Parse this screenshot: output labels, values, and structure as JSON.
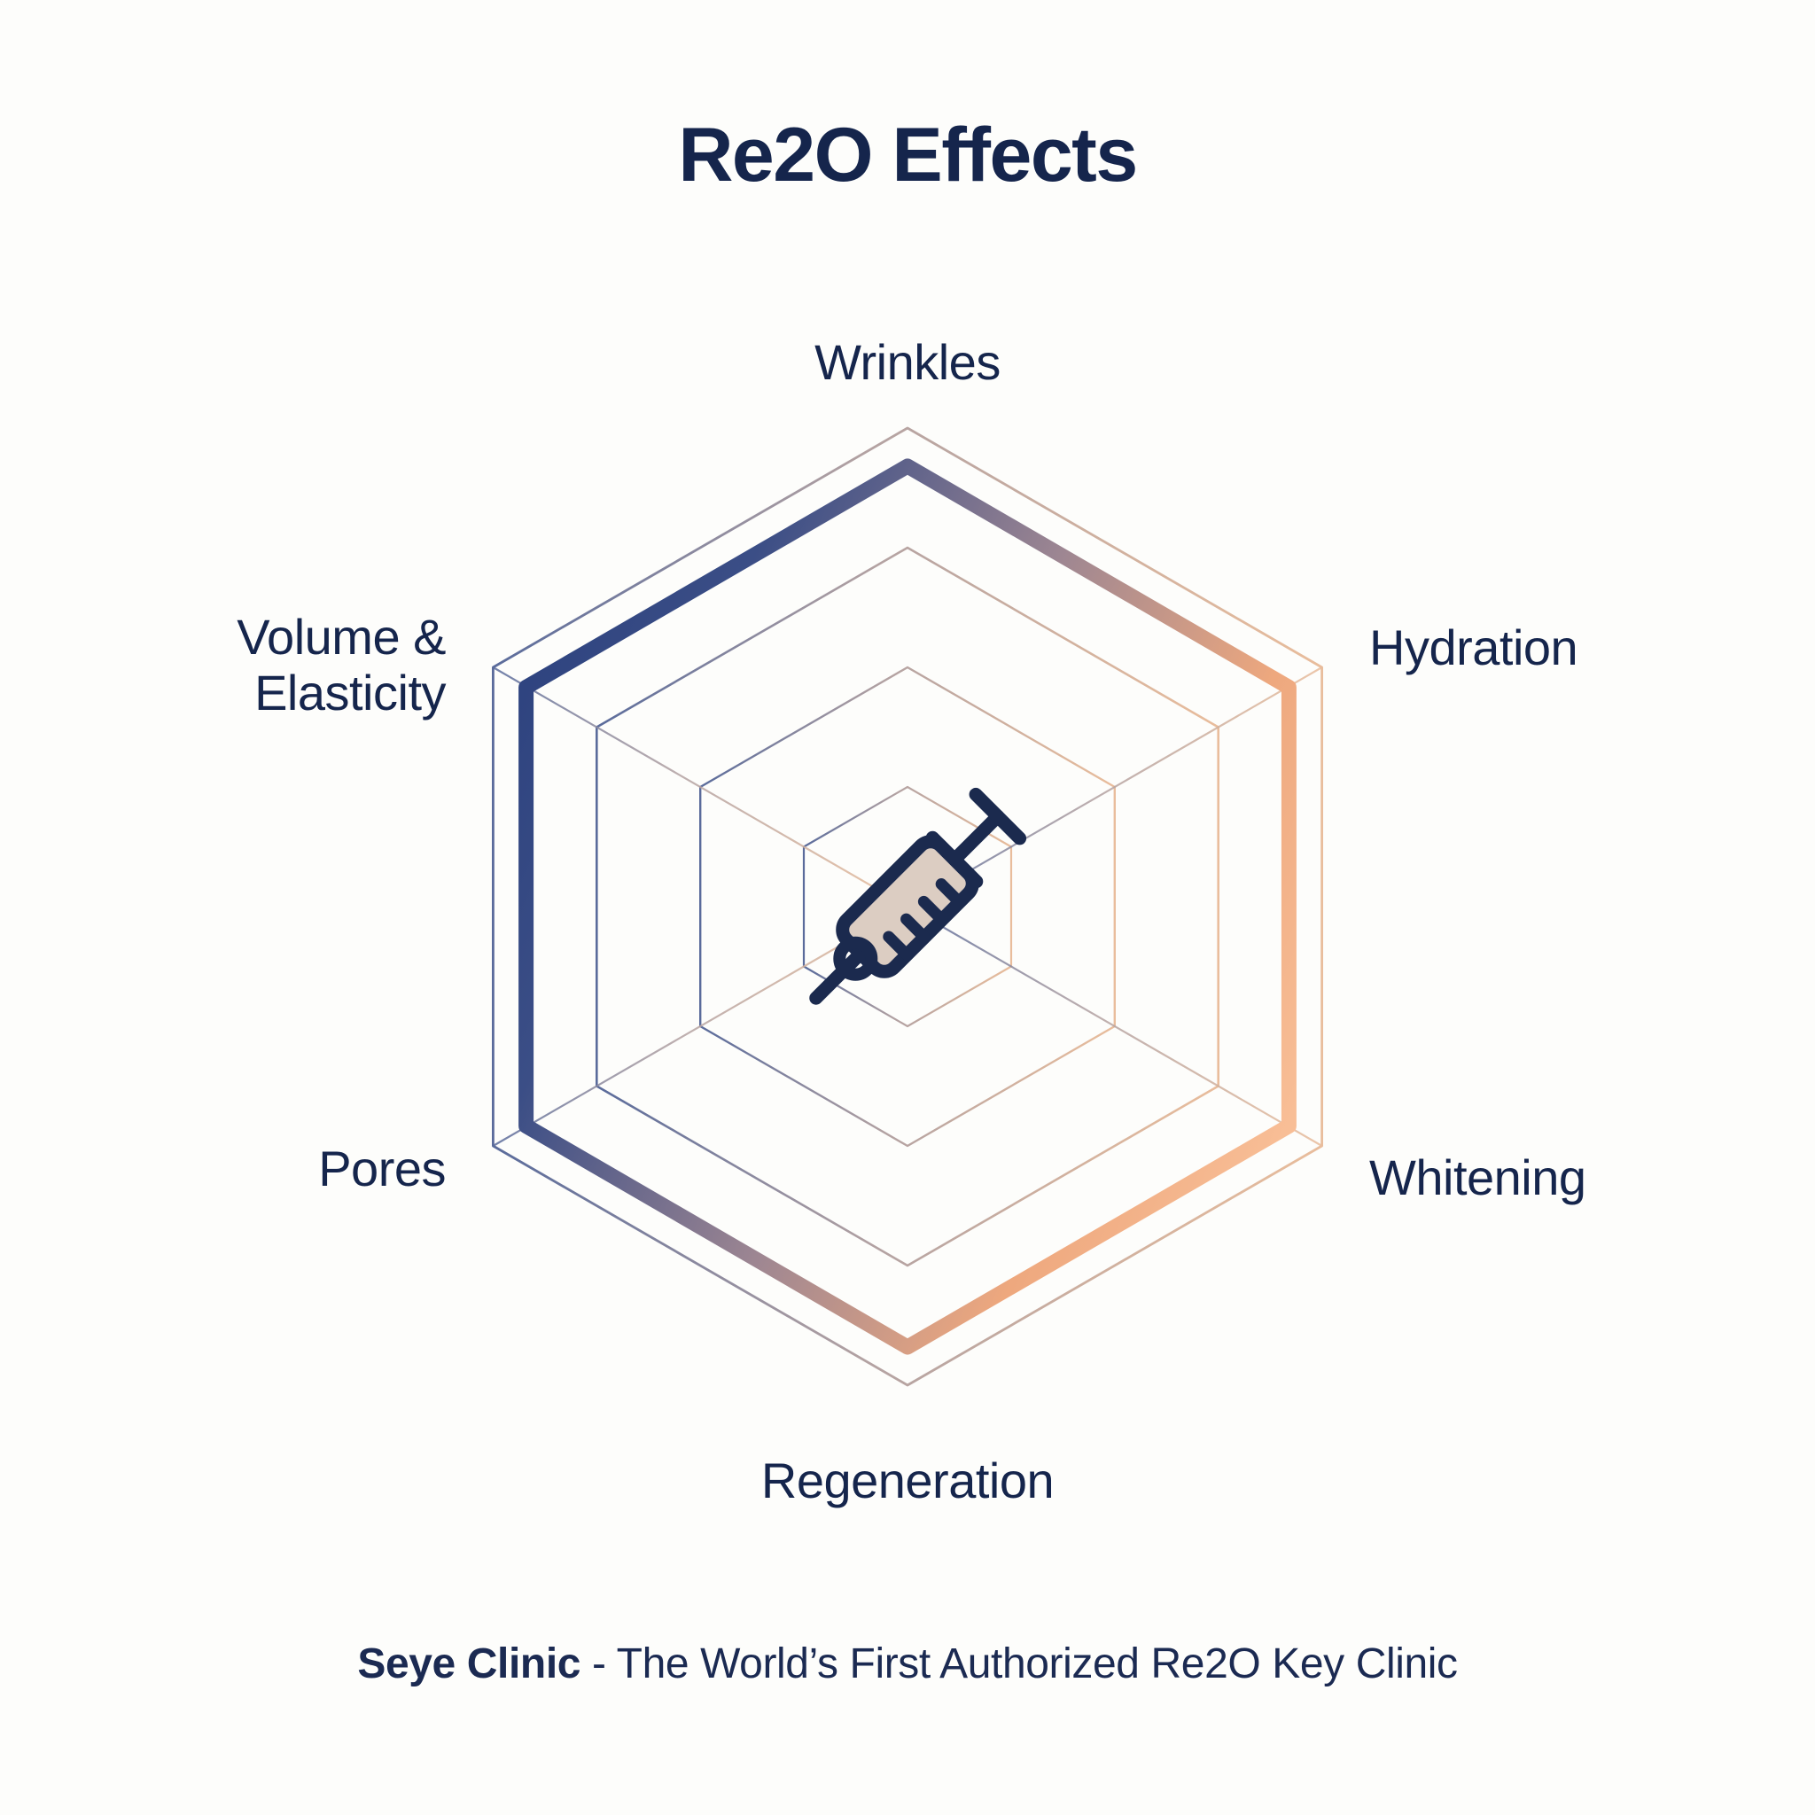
{
  "title": "Re2O Effects",
  "footer": {
    "brand": "Seye Clinic",
    "rest": " - The World’s First Authorized Re2O Key Clinic"
  },
  "center_icon": {
    "name": "syringe-icon",
    "stroke_color": "#1B2A4E",
    "fill_color": "#DCCDC2"
  },
  "colors": {
    "background": "#FDFDFB",
    "text": "#15254C",
    "grid": "#CFC9C6",
    "series_left": "#3B4E86",
    "series_right": "#F6B183",
    "series_mid": "#A78A8F"
  },
  "chart_data": {
    "type": "radar",
    "title": "Re2O Effects",
    "categories": [
      "Wrinkles",
      "Hydration",
      "Whitening",
      "Regeneration",
      "Pores",
      "Volume &\nElasticity"
    ],
    "series": [
      {
        "name": "Re2O",
        "values": [
          92,
          92,
          92,
          92,
          92,
          92
        ]
      }
    ],
    "rlim": [
      0,
      100
    ],
    "rings": 4,
    "ring_values": [
      25,
      50,
      75,
      100
    ],
    "grid": true,
    "legend": "none",
    "tick_labels_visible": false,
    "angle_start_deg": 90,
    "fill": "none",
    "line_gradient": {
      "from": "#3B4E86",
      "to": "#F6B183"
    }
  },
  "axis_labels": {
    "wrinkles": "Wrinkles",
    "hydration": "Hydration",
    "whitening": "Whitening",
    "regeneration": "Regeneration",
    "pores": "Pores",
    "volume_elasticity": "Volume &\nElasticity"
  }
}
